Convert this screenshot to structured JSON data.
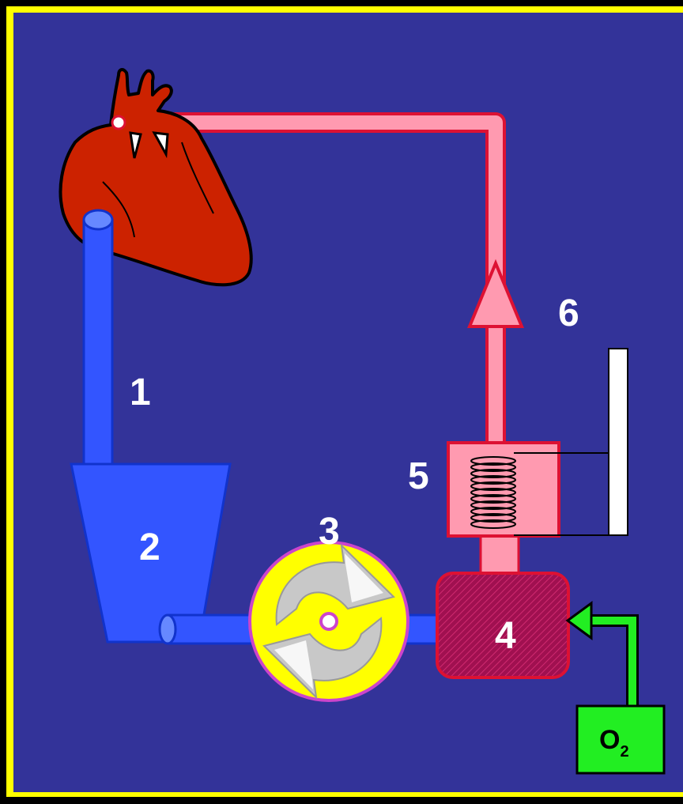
{
  "labels": {
    "venous_line": "1",
    "reservoir": "2",
    "pump": "3",
    "oxygenator": "4",
    "heat_exchanger": "5",
    "arterial_filter": "6"
  },
  "oxygen": {
    "symbol": "O",
    "subscript": "2"
  },
  "colors": {
    "background": "#333399",
    "frame": "#ffff00",
    "venous_blood": "#3355ff",
    "arterial_blood": "#ff9ab0",
    "arterial_outline": "#dd1133",
    "heart": "#cc2200",
    "pump_body": "#ffff00",
    "pump_rim": "#cc44cc",
    "oxygenator": "#aa1155",
    "oxygen_source": "#22ee22",
    "label_text": "#ffffff"
  }
}
